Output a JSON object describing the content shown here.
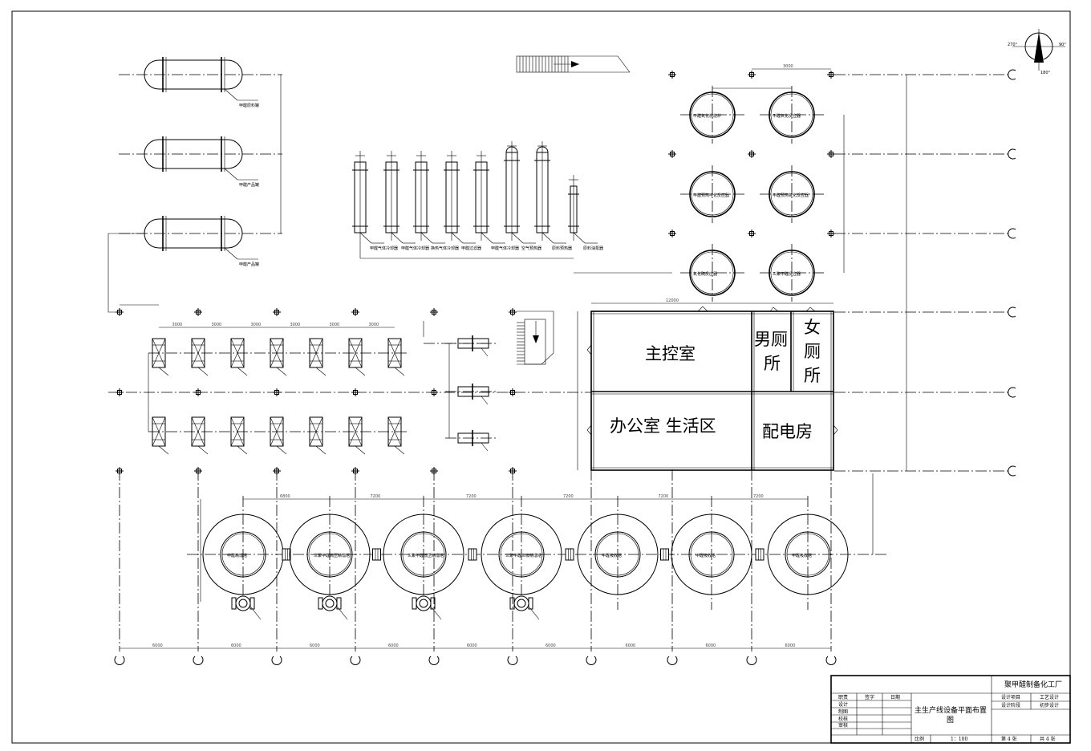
{
  "rooms": {
    "control_room": "主控室",
    "mens_toilet": "男厕所",
    "womens_toilet": "女厕所",
    "office": "办公室  生活区",
    "power_room": "配电房"
  },
  "storage_tanks": [
    "甲醛原料罐",
    "甲醛产品罐",
    "甲醛产品罐"
  ],
  "vertical_equipment": [
    "甲醛气体冷却器",
    "甲醛气体冷却器",
    "换热气体冷却器",
    "甲醛过滤器",
    "甲醛气体冷却器",
    "空气预热器",
    "原料预热器",
    "原料油泵器"
  ],
  "reactors": [
    "甲醛氧化燃烧炉",
    "甲醛氧化反应器",
    "甲醛预热甲化反应器",
    "甲醛预热氧化反应器",
    "氧化硫反应器",
    "三聚甲醛反应器"
  ],
  "columns": [
    "甲醛精馏塔",
    "三聚甲醛高压精馏塔",
    "三聚甲醛低压精馏塔",
    "三聚甲醛三级精馏塔",
    "甲醛吸收塔",
    "甲醛吸收塔",
    "甲醛吸收塔"
  ],
  "dimensions": {
    "grid_bottom": [
      "6000",
      "6000",
      "6000",
      "6000",
      "6000",
      "6000",
      "6000",
      "6000",
      "6000"
    ],
    "column_spacing": [
      "6800",
      "7200",
      "7200",
      "7200",
      "7200",
      "7200"
    ],
    "pump_spacing": [
      "3000",
      "3000",
      "3000",
      "3000",
      "3000",
      "3000"
    ],
    "room_width": "12000",
    "reactor_top": "3000"
  },
  "title_block": {
    "company": "聚甲醛制备化工厂",
    "drawing_title": "主生产线设备平面布置图",
    "design_project_label": "设计项目",
    "design_project_value": "工艺设计",
    "design_stage_label": "设计阶段",
    "design_stage_value": "初步设计",
    "role_header": "职责",
    "signature_header": "签字",
    "date_header": "日期",
    "roles": [
      "设计",
      "制图",
      "校核",
      "审核"
    ],
    "scale_label": "比例",
    "scale_value": "1：100",
    "sheet_no": "第 4 张",
    "sheet_total": "共 4 张"
  },
  "compass": {
    "left_label": "270°",
    "right_label": "90°",
    "bottom_label": "180°"
  }
}
